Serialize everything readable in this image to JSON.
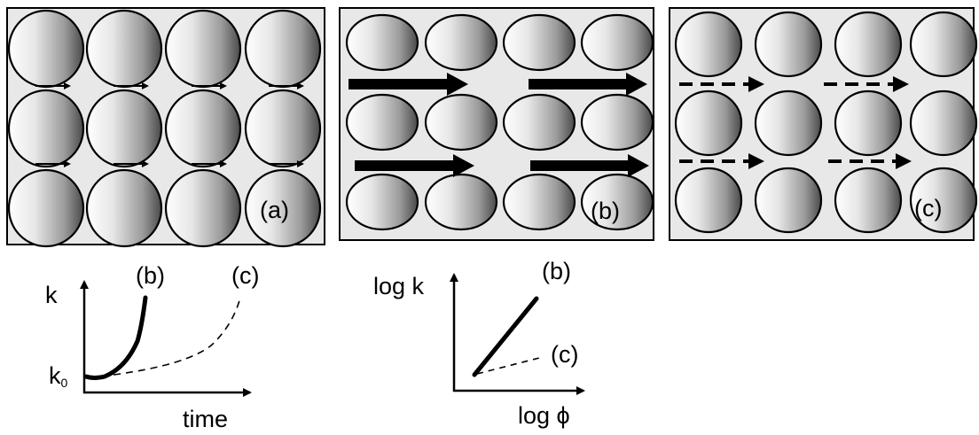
{
  "panels": [
    {
      "id": "a",
      "label": "(a)",
      "bg": "#e8e8e8",
      "circle_shape": "round",
      "flow": "small-arrows"
    },
    {
      "id": "b",
      "label": "(b)",
      "bg": "#e8e8e8",
      "circle_shape": "flattened",
      "flow": "large-solid-arrows"
    },
    {
      "id": "c",
      "label": "(c)",
      "bg": "#e8e8e8",
      "circle_shape": "round",
      "flow": "dashed-arrows"
    }
  ],
  "graph_k_time": {
    "y_label": "k",
    "y0_label": "k",
    "y0_subscript": "0",
    "x_label": "time",
    "curve_b_label": "(b)",
    "curve_c_label": "(c)"
  },
  "graph_logk_logphi": {
    "y_label": "log k",
    "x_label": "log ϕ",
    "line_b_label": "(b)",
    "line_c_label": "(c)"
  }
}
